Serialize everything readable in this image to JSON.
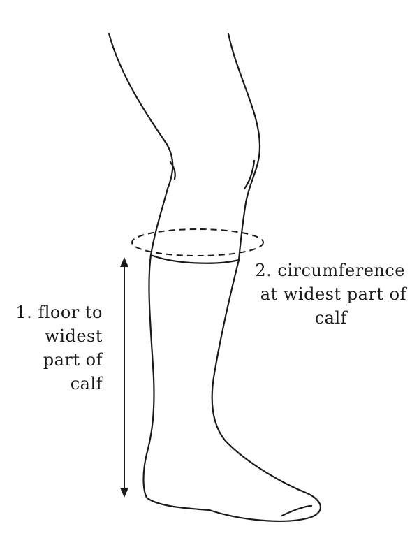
{
  "measurements": [
    {
      "number": "1.",
      "lines": [
        "1. floor to",
        "widest",
        "part of",
        "calf"
      ]
    },
    {
      "number": "2.",
      "lines": [
        "2. circumference",
        "at widest part of",
        "calf"
      ]
    }
  ],
  "colors": {
    "stroke": "#1a1a1a",
    "background": "#ffffff"
  }
}
